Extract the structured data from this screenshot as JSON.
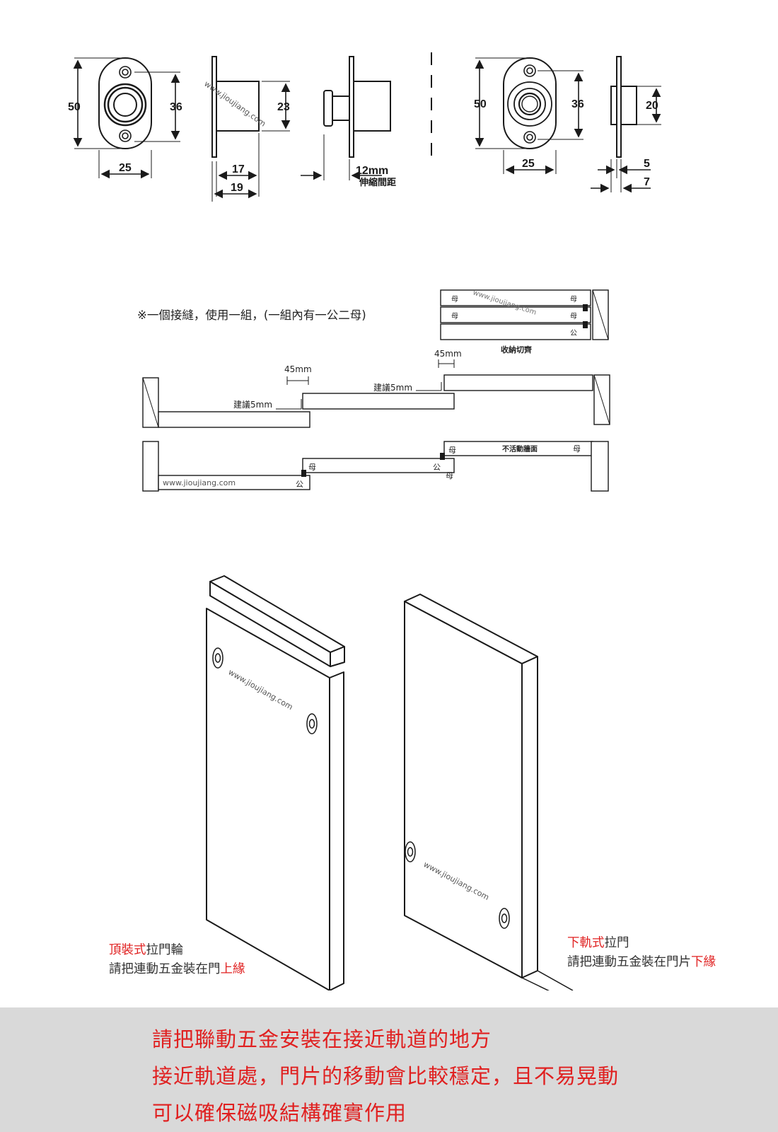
{
  "dimensions": {
    "front_left": {
      "height": "50",
      "hole_span": "36",
      "width": "25"
    },
    "side_left": {
      "body_height": "23",
      "depth_inner": "17",
      "depth_outer": "19"
    },
    "side_extended": {
      "travel": "12mm",
      "travel_label": "伸縮間距"
    },
    "front_right": {
      "height": "50",
      "hole_span": "36",
      "width": "25"
    },
    "side_right": {
      "body_height": "20",
      "plate": "5",
      "total": "7"
    }
  },
  "watermark": "www.jioujiang.com",
  "layout_diagram": {
    "note": "※一個接縫，使用一組，(一組內有一公二母)",
    "storage_label": "收納切齊",
    "gap_45": "45mm",
    "suggest_5": "建議5mm",
    "female": "母",
    "male": "公",
    "fixed_panel": "不活動牆面"
  },
  "captions": {
    "top_hung": {
      "line1_red": "頂裝式",
      "line1_rest": "拉門輪",
      "line2_prefix": "請把連動五金裝在門",
      "line2_red": "上緣"
    },
    "bottom_track": {
      "line1_red": "下軌式",
      "line1_rest": "拉門",
      "line2_prefix": "請把連動五金裝在門片",
      "line2_red": "下緣"
    }
  },
  "footer_notes": [
    "請把聯動五金安裝在接近軌道的地方",
    "接近軌道處，門片的移動會比較穩定，且不易晃動",
    "可以確保磁吸結構確實作用"
  ],
  "colors": {
    "accent_red": "#e02020",
    "footer_bg": "#d9d9d9",
    "line": "#1a1a1a"
  }
}
